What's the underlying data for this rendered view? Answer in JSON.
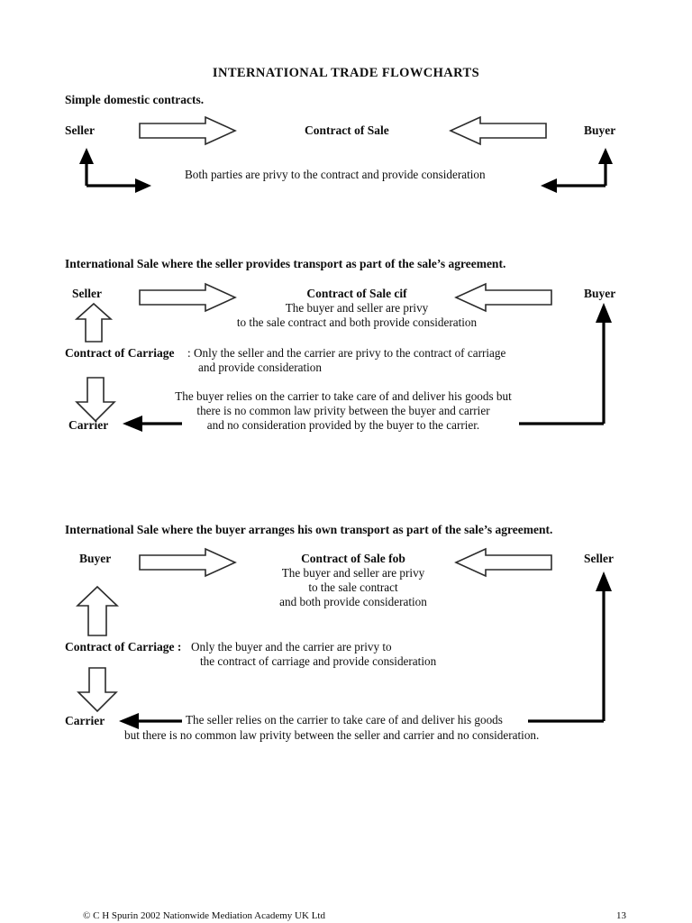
{
  "document": {
    "title": "INTERNATIONAL TRADE FLOWCHARTS",
    "page_number": "13",
    "copyright": "© C H Spurin 2002 Nationwide Mediation Academy UK Ltd"
  },
  "sections": [
    {
      "id": "simple-domestic",
      "heading": "Simple domestic contracts.",
      "left_node": "Seller",
      "right_node": "Buyer",
      "centre_title": "Contract of Sale",
      "centre_lines": [],
      "bottom_note": "Both parties are privy to the contract and provide consideration"
    },
    {
      "id": "seller-transport",
      "heading": "International Sale where the seller provides transport as part of the sale’s agreement.",
      "left_node": "Seller",
      "right_node": "Buyer",
      "bottom_node": "Carrier",
      "centre_title": "Contract of Sale cif",
      "centre_lines": [
        "The buyer and seller are privy",
        "to the sale contract and both provide consideration"
      ],
      "carriage_label": "Contract of Carriage",
      "carriage_lines": [
        ": Only the seller and the carrier are privy to the contract of carriage",
        "and provide consideration"
      ],
      "bottom_lines": [
        "The buyer relies on the carrier to take care of and deliver his goods but",
        "there is no common law privity between the buyer and carrier",
        "and no consideration provided by the buyer to the carrier."
      ]
    },
    {
      "id": "buyer-transport",
      "heading": "International Sale where the buyer arranges his own transport as part of the sale’s agreement.",
      "left_node": "Buyer",
      "right_node": "Seller",
      "bottom_node": "Carrier",
      "centre_title": "Contract of Sale fob",
      "centre_lines": [
        "The buyer and seller are privy",
        "to the sale contract",
        "and both provide consideration"
      ],
      "carriage_label": "Contract of Carriage :",
      "carriage_lines": [
        " Only the buyer and the carrier are privy to",
        "the contract of carriage and provide consideration"
      ],
      "bottom_lines": [
        "The seller relies on the carrier to take care of and deliver his goods",
        "but there is no common law privity between the seller and carrier and no consideration."
      ]
    }
  ],
  "colors": {
    "ink": "#0d0d0d",
    "outline": "#2b2b2b",
    "paper": "#ffffff"
  }
}
